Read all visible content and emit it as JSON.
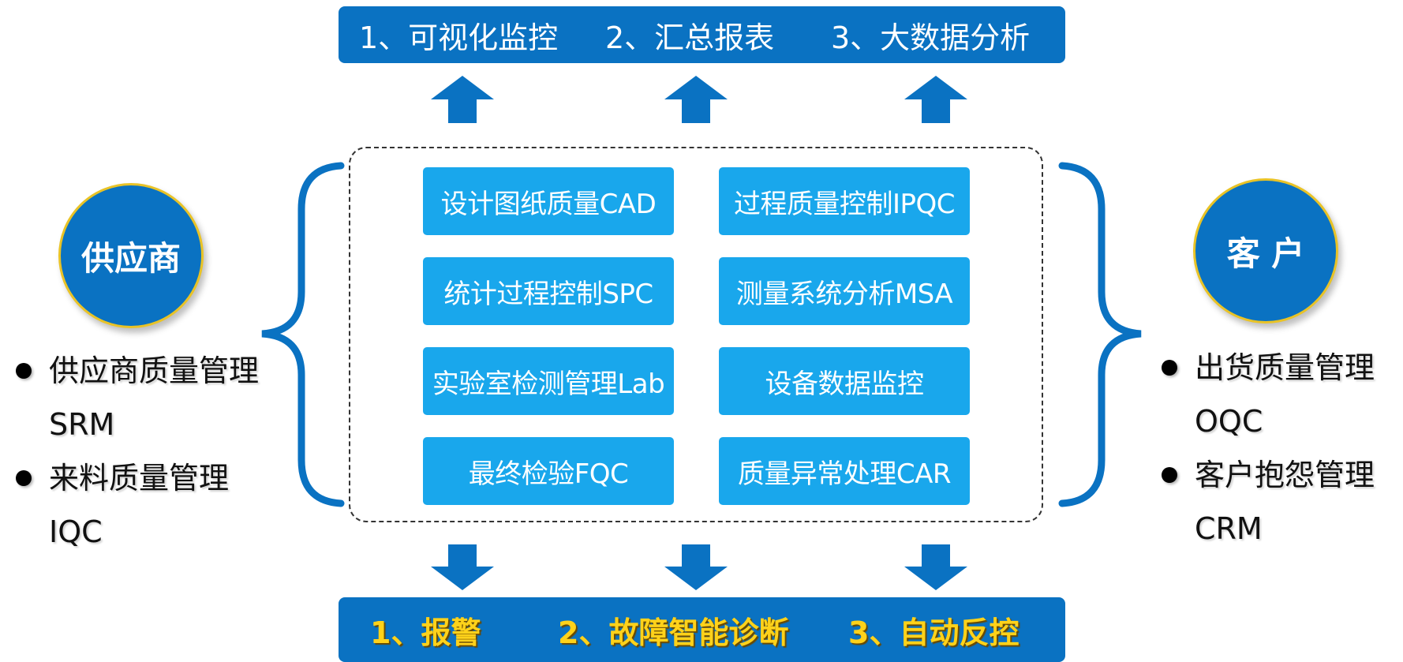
{
  "colors": {
    "dark_blue": "#0a72c2",
    "light_blue": "#19a7ec",
    "gold": "#ffd21a",
    "circle_border": "#e9c326"
  },
  "top_bar": {
    "items": [
      "1、可视化监控",
      "2、汇总报表",
      "3、大数据分析"
    ]
  },
  "bottom_bar": {
    "items": [
      "1、报警",
      "2、故障智能诊断",
      "3、自动反控"
    ]
  },
  "modules": [
    "设计图纸质量CAD",
    "过程质量控制IPQC",
    "统计过程控制SPC",
    "测量系统分析MSA",
    "实验室检测管理Lab",
    "设备数据监控",
    "最终检验FQC",
    "质量异常处理CAR"
  ],
  "supplier": {
    "title": "供应商",
    "items": [
      {
        "line1": "供应商质量管理",
        "line2": "SRM"
      },
      {
        "line1": "来料质量管理",
        "line2": "IQC"
      }
    ]
  },
  "customer": {
    "title": "客 户",
    "items": [
      {
        "line1": "出货质量管理",
        "line2": "OQC"
      },
      {
        "line1": "客户抱怨管理",
        "line2": "CRM"
      }
    ]
  }
}
